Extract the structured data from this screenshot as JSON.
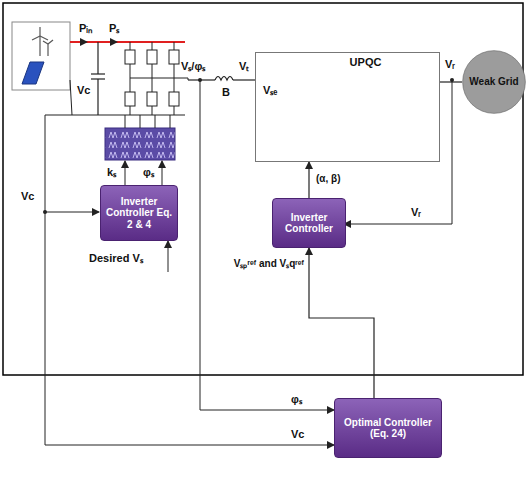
{
  "diagram": {
    "nodes": [
      {
        "text": [
          "UPQC"
        ]
      },
      {
        "text": [
          "Weak Grid"
        ]
      },
      {
        "text": [
          "Inverter Controller Eq. 2 & 4"
        ]
      },
      {
        "text": [
          "Inverter Controller"
        ]
      },
      {
        "text": [
          "Optimal Controller (Eq. 24)"
        ]
      }
    ],
    "edges": [
      {
        "from": 0,
        "to": 1,
        "arrow": "none"
      },
      {
        "from": 3,
        "to": 0,
        "label": "(α, β)",
        "arrow": "to"
      },
      {
        "from": 4,
        "to": 3,
        "label": "Vₛₚʳᵉᶠ and Vₛqʳᵉᶠ",
        "arrow": "to"
      }
    ],
    "labels": [
      "Pᵢₙ",
      "Pₛ",
      "Vᴄ",
      "Vₛ/φₛ",
      "Vₜ",
      "B",
      "Vₛₑ",
      "Vᵣ",
      "kₛ",
      "φₛ",
      "Vᴄ",
      "Desired Vₛ",
      "Vᵣ",
      "φₛ",
      "Vᴄ"
    ]
  }
}
